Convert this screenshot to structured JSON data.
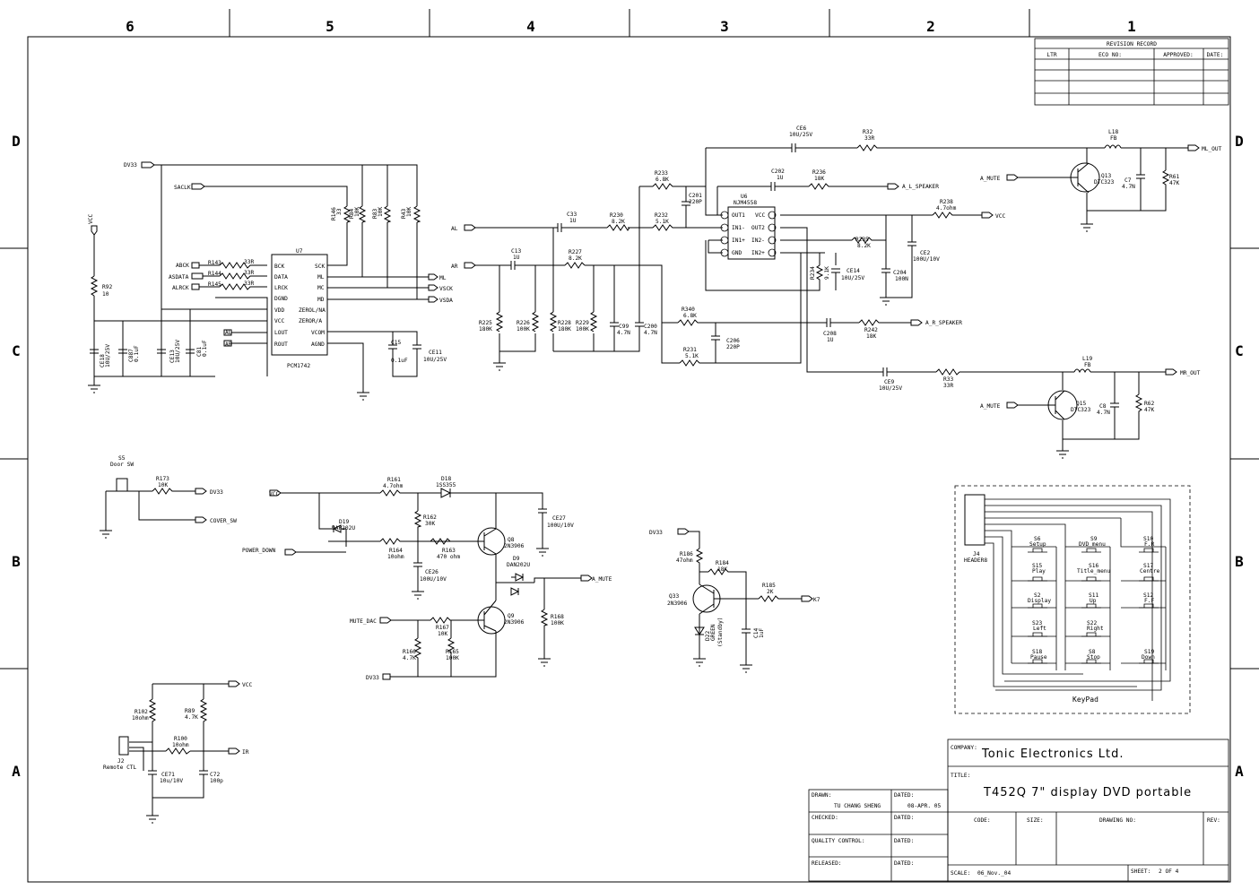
{
  "zones_top": [
    "6",
    "5",
    "4",
    "3",
    "2",
    "1"
  ],
  "zones_side": [
    "D",
    "C",
    "B",
    "A"
  ],
  "revision": {
    "title": "REVISION RECORD",
    "ltr": "LTR",
    "eco": "ECO NO:",
    "approved": "APPROVED:",
    "date": "DATE:"
  },
  "titleblock": {
    "company_label": "COMPANY:",
    "company": "Tonic Electronics Ltd.",
    "title_label": "TITLE:",
    "title": "T452Q  7\" display DVD portable",
    "drawn_label": "DRAWN:",
    "drawn": "TU CHANG SHENG",
    "dated_label": "DATED:",
    "dated": "08-APR. 05",
    "checked_label": "CHECKED:",
    "quality_label": "QUALITY CONTROL:",
    "released_label": "RELEASED:",
    "code_label": "CODE:",
    "size_label": "SIZE:",
    "drawing_label": "DRAWING NO:",
    "rev_label": "REV:",
    "scale_label": "SCALE:",
    "scale": "06_Nov._04",
    "sheet_label": "SHEET:",
    "sheet": "2 OF 4"
  },
  "labels": {
    "l001": "DV33",
    "l002": "SACLK",
    "l003": "VCC",
    "l004": "R92",
    "l005": "10",
    "l006": "ABCK",
    "l007": "ASDATA",
    "l008": "ALRCK",
    "l009": "R143",
    "l010": "R144",
    "l011": "R145",
    "l012": "33R",
    "l013": "33R",
    "l014": "33R",
    "l015": "AL",
    "l016": "AR",
    "l017": "CE18",
    "l018": "10U/25V",
    "l019": "C887",
    "l020": "0.1uF",
    "l021": "CE13",
    "l022": "10U/25V",
    "l023": "C81",
    "l024": "0.1uF",
    "l025": "R146",
    "l026": "33",
    "l027": "R84",
    "l028": "10K",
    "l029": "R83",
    "l030": "10K",
    "l031": "R43",
    "l032": "10K",
    "l033": "U7",
    "l034": "BCK",
    "l035": "DATA",
    "l036": "LRCK",
    "l037": "DGND",
    "l038": "VDD",
    "l039": "VCC",
    "l040": "LOUT",
    "l041": "ROUT",
    "l042": "SCK",
    "l043": "ML",
    "l044": "MC",
    "l045": "MD",
    "l046": "ZEROL/NA",
    "l047": "ZEROR/A",
    "l048": "VCOM",
    "l049": "AGND",
    "l050": "PCM1742",
    "l051": "C15",
    "l052": "0.1uF",
    "l053": "CE11",
    "l054": "10U/25V",
    "l055": "ML",
    "l056": "VSCK",
    "l057": "VSDA",
    "l058": "AL",
    "l059": "AR",
    "l060": "C33",
    "l061": "1U",
    "l062": "C13",
    "l063": "1U",
    "l064": "R230",
    "l065": "8.2K",
    "l066": "R227",
    "l067": "8.2K",
    "l068": "R225",
    "l069": "180K",
    "l070": "R226",
    "l071": "100K",
    "l072": "R228",
    "l073": "180K",
    "l074": "R229",
    "l075": "100K",
    "l076": "C99",
    "l077": "4.7N",
    "l078": "C200",
    "l079": "4.7N",
    "l080": "R233",
    "l081": "6.8K",
    "l082": "C201",
    "l083": "220P",
    "l084": "R232",
    "l085": "5.1K",
    "l086": "CE6",
    "l087": "10U/25V",
    "l088": "R32",
    "l089": "33R",
    "l090": "C202",
    "l091": "1U",
    "l092": "R236",
    "l093": "18K",
    "l094": "A_L_SPEAKER",
    "l095": "U6",
    "l096": "NJM4558",
    "l097": "OUT1",
    "l098": "IN1-",
    "l099": "IN1+",
    "l100": "GND",
    "l101": "VCC",
    "l102": "OUT2",
    "l103": "IN2-",
    "l104": "IN2+",
    "l105": "R238",
    "l106": "4.7ohm",
    "l107": "VCC",
    "l108": "R235",
    "l109": "8.2K",
    "l110": "CE2",
    "l111": "100U/10V",
    "l112": "R234",
    "l113": "9.1K",
    "l114": "CE14",
    "l115": "10U/25V",
    "l116": "C204",
    "l117": "100N",
    "l118": "L18",
    "l119": "FB",
    "l120": "ML_OUT",
    "l121": "A_MUTE",
    "l122": "Q13",
    "l123": "DTC323",
    "l124": "C7",
    "l125": "4.7N",
    "l126": "R61",
    "l127": "47K",
    "l128": "R340",
    "l129": "6.8K",
    "l130": "C206",
    "l131": "220P",
    "l132": "R231",
    "l133": "5.1K",
    "l134": "C208",
    "l135": "1U",
    "l136": "R242",
    "l137": "18K",
    "l138": "A_R_SPEAKER",
    "l139": "CE9",
    "l140": "10U/25V",
    "l141": "R33",
    "l142": "33R",
    "l143": "L19",
    "l144": "FB",
    "l145": "MR_OUT",
    "l146": "A_MUTE",
    "l147": "Q15",
    "l148": "DTC323",
    "l149": "C8",
    "l150": "4.7N",
    "l151": "R62",
    "l152": "47K",
    "l153": "S5",
    "l154": "Door SW",
    "l155": "R173",
    "l156": "10K",
    "l157": "DV33",
    "l158": "COVER_SW",
    "l159": "VCC",
    "l160": "R161",
    "l161": "4.7ohm",
    "l162": "D18",
    "l163": "1SS355",
    "l164": "CE27",
    "l165": "100U/10V",
    "l166": "R162",
    "l167": "30K",
    "l168": "D19",
    "l169": "DAP202U",
    "l170": "POWER_DOWN",
    "l171": "R164",
    "l172": "10ohm",
    "l173": "R163",
    "l174": "470 ohm",
    "l175": "Q8",
    "l176": "2N3906",
    "l177": "CE26",
    "l178": "100U/10V",
    "l179": "D9",
    "l180": "DAN202U",
    "l181": "A_MUTE",
    "l182": "R168",
    "l183": "100K",
    "l184": "MUTE_DAC",
    "l185": "R167",
    "l186": "10K",
    "l187": "Q9",
    "l188": "2N3906",
    "l189": "R166",
    "l190": "4.7K",
    "l191": "R165",
    "l192": "100K",
    "l193": "DV33",
    "l194": "DV33",
    "l195": "R186",
    "l196": "47ohm",
    "l197": "R184",
    "l198": "18K",
    "l199": "R185",
    "l200": "2K",
    "l201": "K7",
    "l202": "Q33",
    "l203": "2N3906",
    "l204": "D22",
    "l205": "GREEN",
    "l206": "(Standby)",
    "l207": "C14",
    "l208": "1uF",
    "l209": "VCC",
    "l210": "R102",
    "l211": "10ohm",
    "l212": "R89",
    "l213": "4.7K",
    "l214": "R100",
    "l215": "10ohm",
    "l216": "IR",
    "l217": "J2",
    "l218": "Remote CTL",
    "l219": "CE71",
    "l220": "10u/10V",
    "l221": "C72",
    "l222": "100p",
    "l223": "J4",
    "l224": "HEADER8",
    "l225": "KeyPad",
    "l226": "S6",
    "l227": "Setup",
    "l228": "S9",
    "l229": "DVD_menu",
    "l230": "S10",
    "l231": "F.R",
    "l232": "S15",
    "l233": "Play",
    "l234": "S16",
    "l235": "Title_menu",
    "l236": "S17",
    "l237": "Centre",
    "l238": "S2",
    "l239": "Display",
    "l240": "S11",
    "l241": "Up",
    "l242": "S12",
    "l243": "F.F",
    "l244": "S23",
    "l245": "Left",
    "l246": "S22",
    "l247": "Right",
    "l248": "S18",
    "l249": "Pause",
    "l250": "S8",
    "l251": "Stop",
    "l252": "S19",
    "l253": "Down"
  }
}
